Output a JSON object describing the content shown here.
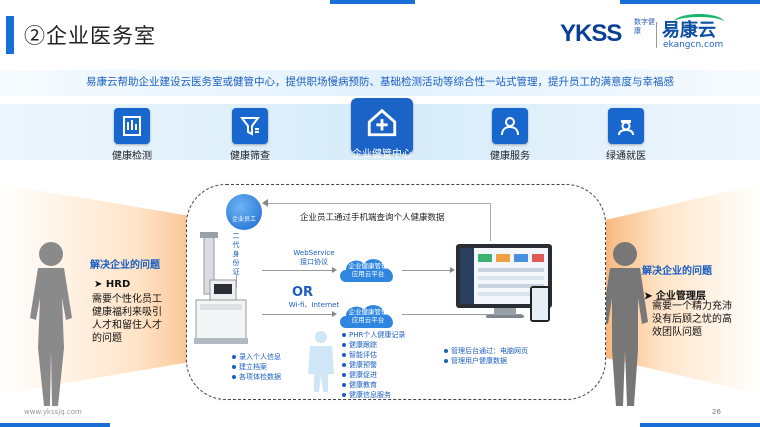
{
  "header": {
    "title": "②企业医务室"
  },
  "logo": {
    "brand_en": "YKSS",
    "brand_sub": "数字健康",
    "brand_cn": "易康云",
    "domain": "ekangcn.com"
  },
  "headline": "易康云帮助企业建设云医务室或健管中心，提供职场慢病预防、基础检测活动等综合性一站式管理，提升员工的满意度与幸福感",
  "modules": [
    {
      "label": "健康检测",
      "icon": "health-check-icon"
    },
    {
      "label": "健康筛查",
      "icon": "screening-filter-icon"
    },
    {
      "label": "企业健管中心",
      "icon": "health-center-home-icon"
    },
    {
      "label": "健康服务",
      "icon": "doctor-service-icon"
    },
    {
      "label": "绿通就医",
      "icon": "nurse-icon"
    }
  ],
  "left_problem": {
    "title": "解决企业的问题",
    "role": "HRD",
    "desc": "需要个性化员工健康福利来吸引人才和留住人才的问题"
  },
  "right_problem": {
    "title": "解决企业的问题",
    "role": "企业管理层",
    "desc": "需要一个精力充沛没有后顾之忧的高效团队问题"
  },
  "flow": {
    "employee_label": "企业员工",
    "query_text": "企业员工通过手机端查询个人健康数据",
    "id_card": "二代身份证",
    "webservice": "WebService\n接口协议",
    "or": "OR",
    "wifi": "Wi-fi、Internet",
    "cloud_top": "企业健康管理\n应用云平台",
    "cloud_bottom": "企业健康管理\n应用云平台",
    "kiosk_items": [
      "录入个人信息",
      "建立档案",
      "各项体检数据"
    ],
    "cloud_items": [
      "PHR个人健康记录",
      "健康跟踪",
      "智能评估",
      "健康预警",
      "健康促进",
      "健康教育",
      "健康信息服务"
    ],
    "mgmt_items": [
      "管理后台通过：电脑网页",
      "管理用户健康数据"
    ]
  },
  "footer": {
    "url": "www.ykssjq.com",
    "page": "26"
  },
  "colors": {
    "accent": "#1a6fd6",
    "orange": "#f5a55c",
    "text_blue": "#1a5fc1"
  }
}
